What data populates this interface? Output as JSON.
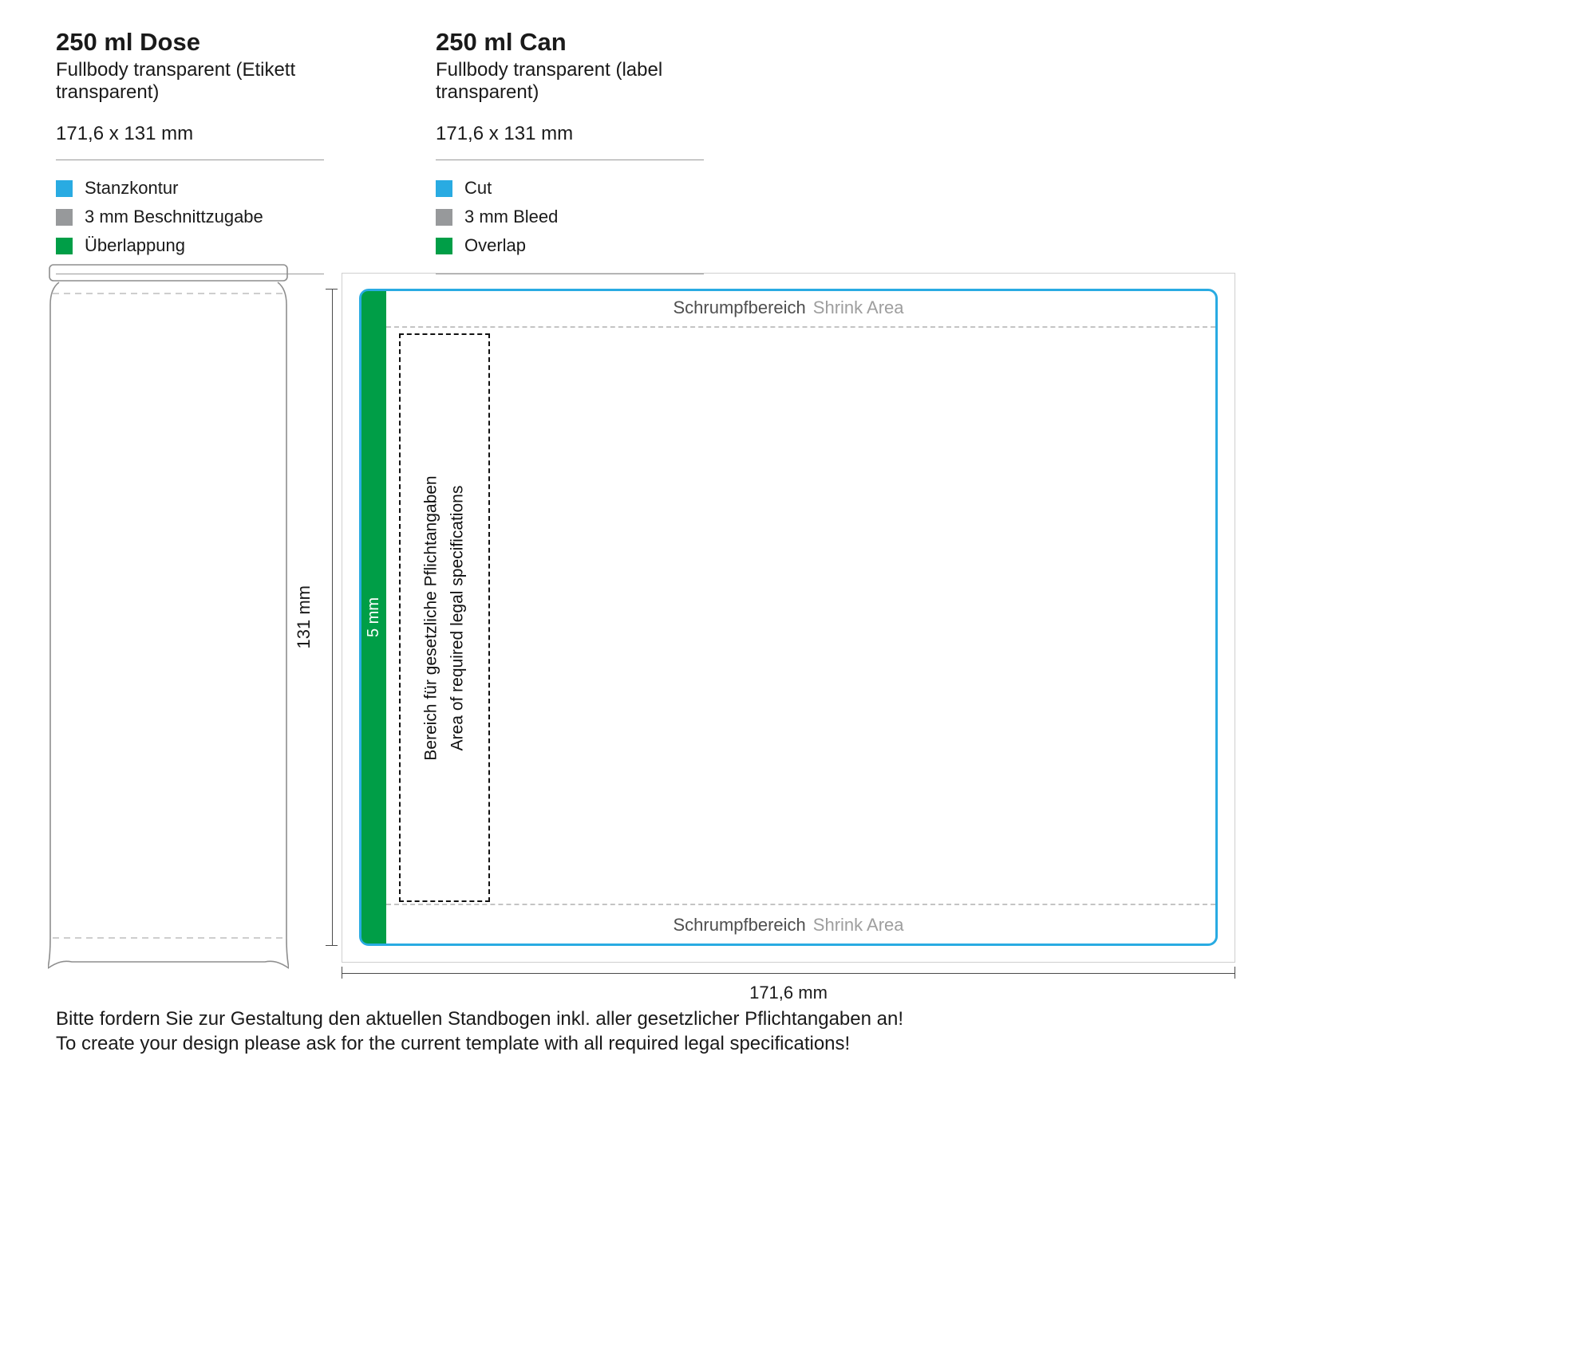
{
  "colors": {
    "cut_blue": "#29abe2",
    "bleed_gray": "#97999b",
    "overlap_green": "#009e47"
  },
  "left_block": {
    "title": "250 ml Dose",
    "subtitle": "Fullbody transparent (Etikett transparent)",
    "dimensions": "171,6 x 131 mm",
    "legend": [
      {
        "label": "Stanzkontur",
        "color": "#29abe2"
      },
      {
        "label": "3 mm Beschnittzugabe",
        "color": "#97999b"
      },
      {
        "label": "Überlappung",
        "color": "#009e47"
      }
    ]
  },
  "right_block": {
    "title": "250 ml Can",
    "subtitle": "Fullbody transparent (label transparent)",
    "dimensions": "171,6 x 131 mm",
    "legend": [
      {
        "label": "Cut",
        "color": "#29abe2"
      },
      {
        "label": "3 mm Bleed",
        "color": "#97999b"
      },
      {
        "label": "Overlap",
        "color": "#009e47"
      }
    ]
  },
  "template": {
    "shrink_top_de": "Schrumpfbereich",
    "shrink_top_en": "Shrink Area",
    "shrink_bottom_de": "Schrumpfbereich",
    "shrink_bottom_en": "Shrink Area",
    "overlap_width_label": "5 mm",
    "legal_line_de": "Bereich für gesetzliche Pflichtangaben",
    "legal_line_en": "Area of required legal specifications",
    "height_dim": "131 mm",
    "width_dim": "171,6 mm"
  },
  "footer": {
    "line_de": "Bitte fordern Sie zur Gestaltung den aktuellen Standbogen inkl. aller gesetzlicher Pflichtangaben an!",
    "line_en": "To create your design please ask for the current template with all required legal specifications!"
  }
}
